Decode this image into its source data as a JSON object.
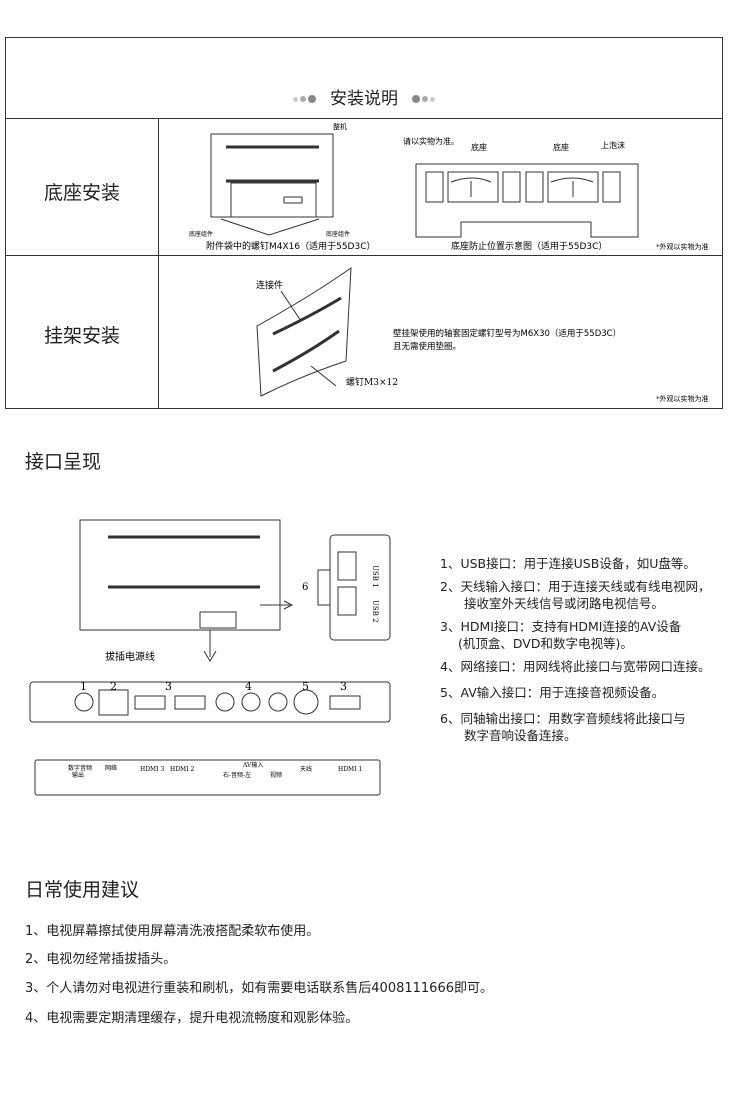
{
  "install": {
    "title": "安装说明",
    "base": {
      "label": "底座安装",
      "tv_label": "整机",
      "base_part_left": "底座组件",
      "base_part_right": "底座组件",
      "screw_caption": "附件袋中的螺钉M4X16（适用于55D3C）",
      "note": "请以实物为准。",
      "base_a": "底座",
      "base_b": "底座",
      "foam": "上泡沫",
      "position_caption": "底座防止位置示意图（适用于55D3C）",
      "disclaimer": "*外观以实物为准"
    },
    "wall": {
      "label": "挂架安装",
      "connector": "连接件",
      "screw": "螺钉M3×12",
      "desc_line1": "壁挂架使用的轴套固定螺钉型号为M6X30（适用于55D3C）",
      "desc_line2": "且无需使用垫圈。",
      "disclaimer": "*外观以实物为准"
    }
  },
  "interfaces": {
    "heading": "接口呈现",
    "diagram": {
      "callout_6": "6",
      "usb1": "USB 1",
      "usb2": "USB 2",
      "power": "拔插电源线",
      "numbers": [
        "1",
        "2",
        "3",
        "4",
        "5",
        "3"
      ],
      "ports": {
        "spdif_1": "数字音频",
        "spdif_2": "输出",
        "network": "网络",
        "hdmi3": "HDMI 3",
        "hdmi2": "HDMI 2",
        "av_in": "AV输入",
        "audio_rl": "右-音频-左",
        "video": "视频",
        "antenna": "天线",
        "hdmi1": "HDMI 1"
      }
    },
    "items": [
      {
        "line1": "1、USB接口：用于连接USB设备，如U盘等。"
      },
      {
        "line1": "2、天线输入接口：用于连接天线或有线电视网，",
        "line2": "接收室外天线信号或闭路电视信号。"
      },
      {
        "line1": "3、HDMI接口：支持有HDMI连接的AV设备",
        "line2": "(机顶盒、DVD和数字电视等)。"
      },
      {
        "line1": "4、网络接口：用网线将此接口与宽带网口连接。"
      },
      {
        "line1": "5、AV输入接口：用于连接音视频设备。"
      },
      {
        "line1": "6、同轴输出接口：用数字音频线将此接口与",
        "line2": "数字音响设备连接。"
      }
    ]
  },
  "tips": {
    "heading": "日常使用建议",
    "items": [
      "1、电视屏幕擦拭使用屏幕清洗液搭配柔软布使用。",
      "2、电视勿经常插拔插头。",
      "3、个人请勿对电视进行重装和刷机，如有需要电话联系售后4008111666即可。",
      "4、电视需要定期清理缓存，提升电视流畅度和观影体验。"
    ]
  }
}
